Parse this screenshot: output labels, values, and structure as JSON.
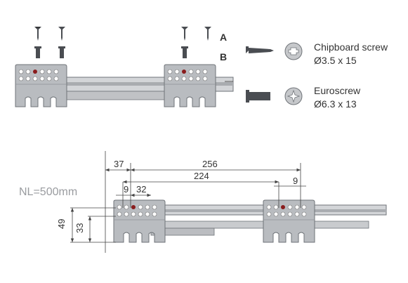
{
  "labels": {
    "screw_a": "A",
    "screw_b": "B",
    "chipboard_name": "Chipboard screw",
    "chipboard_size": "Ø3.5 x 15",
    "euro_name": "Euroscrew",
    "euro_size": "Ø6.3 x 13",
    "nominal_length": "NL=500mm"
  },
  "dimensions": {
    "offset_37": "37",
    "span_256": "256",
    "span_224": "224",
    "left_9": "9",
    "left_32": "32",
    "right_9": "9",
    "height_49": "49",
    "height_33": "33"
  },
  "colors": {
    "bracket": "#b9bcc0",
    "bracket_edge": "#6f7378",
    "rail": "#c9cbce",
    "red_dot": "#8a1c1c",
    "screw": "#4a4d52",
    "line": "#444444"
  }
}
